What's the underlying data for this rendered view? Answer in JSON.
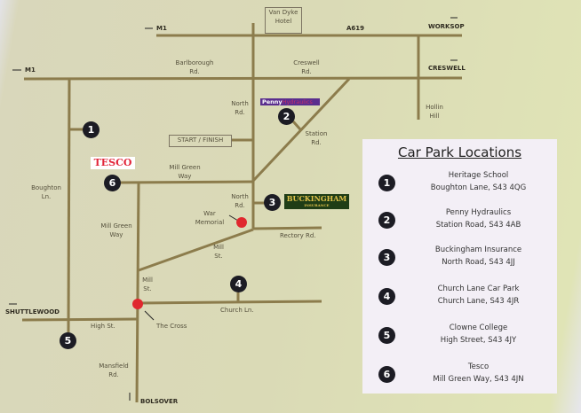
{
  "map": {
    "places": {
      "van_dyke_hotel": "Van Dyke Hotel",
      "start_finish": "START / FINISH",
      "war_memorial": "War Memorial",
      "the_cross": "The Cross"
    },
    "roads": {
      "m1_top": "M1",
      "a619": "A619",
      "worksop": "WORKSOP",
      "m1_left": "M1",
      "barlborough": "Barlborough Rd.",
      "creswell_rd": "Creswell Rd.",
      "creswell": "CRESWELL",
      "hollin_hill": "Hollin Hill",
      "north_rd_1": "North Rd.",
      "north_rd_2": "North Rd.",
      "station_rd": "Station Rd.",
      "boughton_ln": "Boughton Ln.",
      "mill_green_way_h": "Mill Green Way",
      "mill_green_way_v": "Mill Green Way",
      "rectory_rd": "Rectory Rd.",
      "mill_st_1": "Mill St.",
      "mill_st_2": "Mill St.",
      "church_ln": "Church Ln.",
      "shuttlewood": "SHUTTLEWOOD",
      "high_st": "High St.",
      "mansfield_rd": "Mansfield Rd.",
      "bolsover": "BOLSOVER"
    },
    "logos": {
      "tesco": "TESCO",
      "penny": "Penny",
      "penny_rest": "Hydraulics",
      "buckingham": "BUCKINGHAM",
      "buckingham_sub": "INSURANCE"
    },
    "markers": [
      "1",
      "2",
      "3",
      "4",
      "5",
      "6"
    ]
  },
  "panel": {
    "title": "Car Park Locations",
    "entries": [
      {
        "num": "1",
        "name": "Heritage School",
        "address": "Boughton Lane, S43 4QG"
      },
      {
        "num": "2",
        "name": "Penny Hydraulics",
        "address": "Station Road, S43 4AB"
      },
      {
        "num": "3",
        "name": "Buckingham Insurance",
        "address": "North Road, S43 4JJ"
      },
      {
        "num": "4",
        "name": "Church Lane Car Park",
        "address": "Church Lane, S43 4JR"
      },
      {
        "num": "5",
        "name": "Clowne College",
        "address": "High Street, S43 4JY"
      },
      {
        "num": "6",
        "name": "Tesco",
        "address": "Mill Green Way, S43 4JN"
      }
    ]
  },
  "colors": {
    "road": "#8c7c4c",
    "marker": "#1c1c24",
    "dot": "#e0282e"
  }
}
